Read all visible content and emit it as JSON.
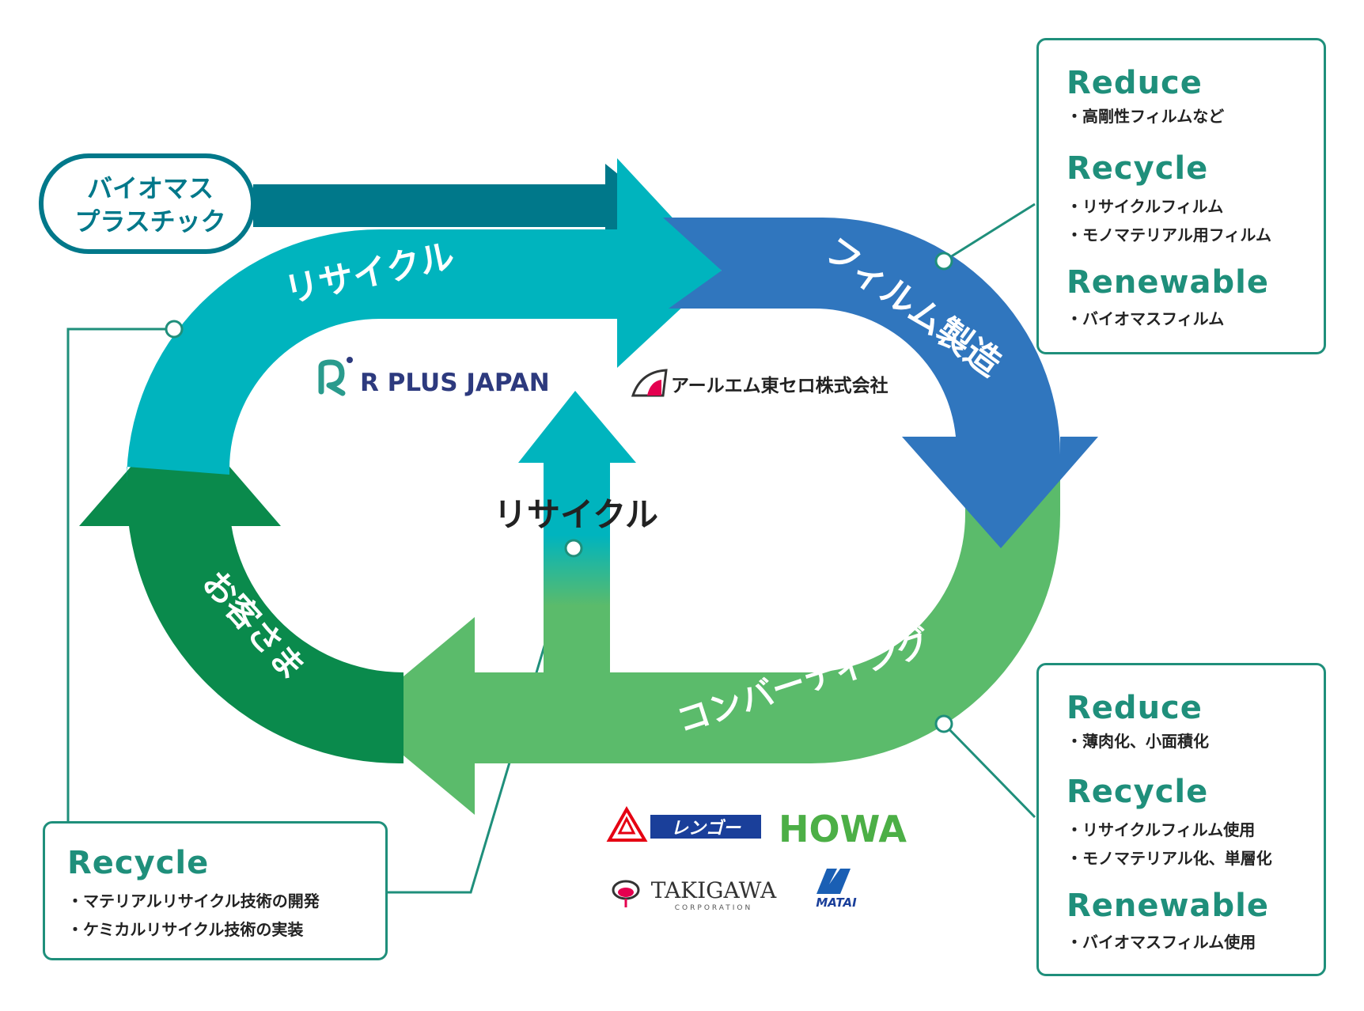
{
  "diagram": {
    "input": {
      "line1": "バイオマス",
      "line2": "プラスチック"
    },
    "arcs": {
      "recycle_top": "リサイクル",
      "film": "フィルム製造",
      "converting": "コンバーティング",
      "customer": "お客さま",
      "recycle_center": "リサイクル"
    },
    "companies": {
      "rplus": "R PLUS JAPAN",
      "rm_tohcello": "アールエム東セロ株式会社",
      "rengo": "レンゴー",
      "howa": "HOWA",
      "takigawa": "TAKIGAWA",
      "takigawa_sub": "CORPORATION",
      "matai": "MATAI"
    },
    "colors": {
      "teal_dark": "#00788a",
      "teal": "#00b4be",
      "blue": "#3076be",
      "green_light": "#5bbb6b",
      "green_dark": "#0a8a4c",
      "accent": "#1f8f7b"
    }
  },
  "boxes": {
    "film": {
      "sections": [
        {
          "heading": "Reduce",
          "items": [
            "・高剛性フィルムなど"
          ]
        },
        {
          "heading": "Recycle",
          "items": [
            "・リサイクルフィルム",
            "・モノマテリアル用フィルム"
          ]
        },
        {
          "heading": "Renewable",
          "items": [
            "・バイオマスフィルム"
          ]
        }
      ]
    },
    "converting": {
      "sections": [
        {
          "heading": "Reduce",
          "items": [
            "・薄肉化、小面積化"
          ]
        },
        {
          "heading": "Recycle",
          "items": [
            "・リサイクルフィルム使用",
            "・モノマテリアル化、単層化"
          ]
        },
        {
          "heading": "Renewable",
          "items": [
            "・バイオマスフィルム使用"
          ]
        }
      ]
    },
    "recycle": {
      "sections": [
        {
          "heading": "Recycle",
          "items": [
            "・マテリアルリサイクル技術の開発",
            "・ケミカルリサイクル技術の実装"
          ]
        }
      ]
    }
  }
}
